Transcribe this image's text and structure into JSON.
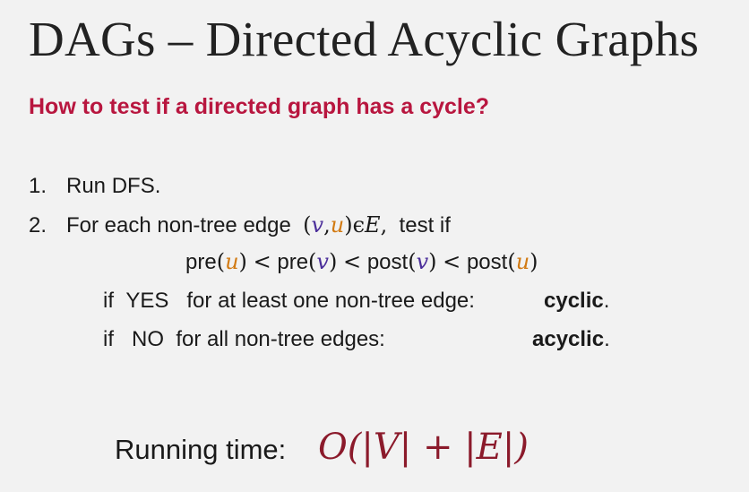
{
  "title": "DAGs – Directed Acyclic Graphs",
  "subtitle": "How to test if a directed graph has a cycle?",
  "steps": [
    {
      "number": "1.",
      "text": "Run DFS."
    },
    {
      "number": "2.",
      "text_before": "For each non-tree edge",
      "edge_v": "v",
      "edge_u": "u",
      "edge_set": "E",
      "text_after": "test if"
    }
  ],
  "inequality": {
    "pre": "pre",
    "post": "post",
    "lt": "<",
    "u": "u",
    "v": "v"
  },
  "conditions": [
    {
      "if": "if",
      "answer": "YES",
      "text": "for at least one non-tree edge:",
      "result": "cyclic",
      "period": "."
    },
    {
      "if": "if",
      "answer": "NO",
      "text": "for all non-tree edges:",
      "result": "acyclic",
      "period": "."
    }
  ],
  "running_time": {
    "label": "Running time:",
    "expression": "O(|V| + |E|)"
  },
  "colors": {
    "subtitle": "#b8163f",
    "var_v": "#4b2e9a",
    "var_u": "#d27a12",
    "runtime": "#8b1a2b"
  }
}
